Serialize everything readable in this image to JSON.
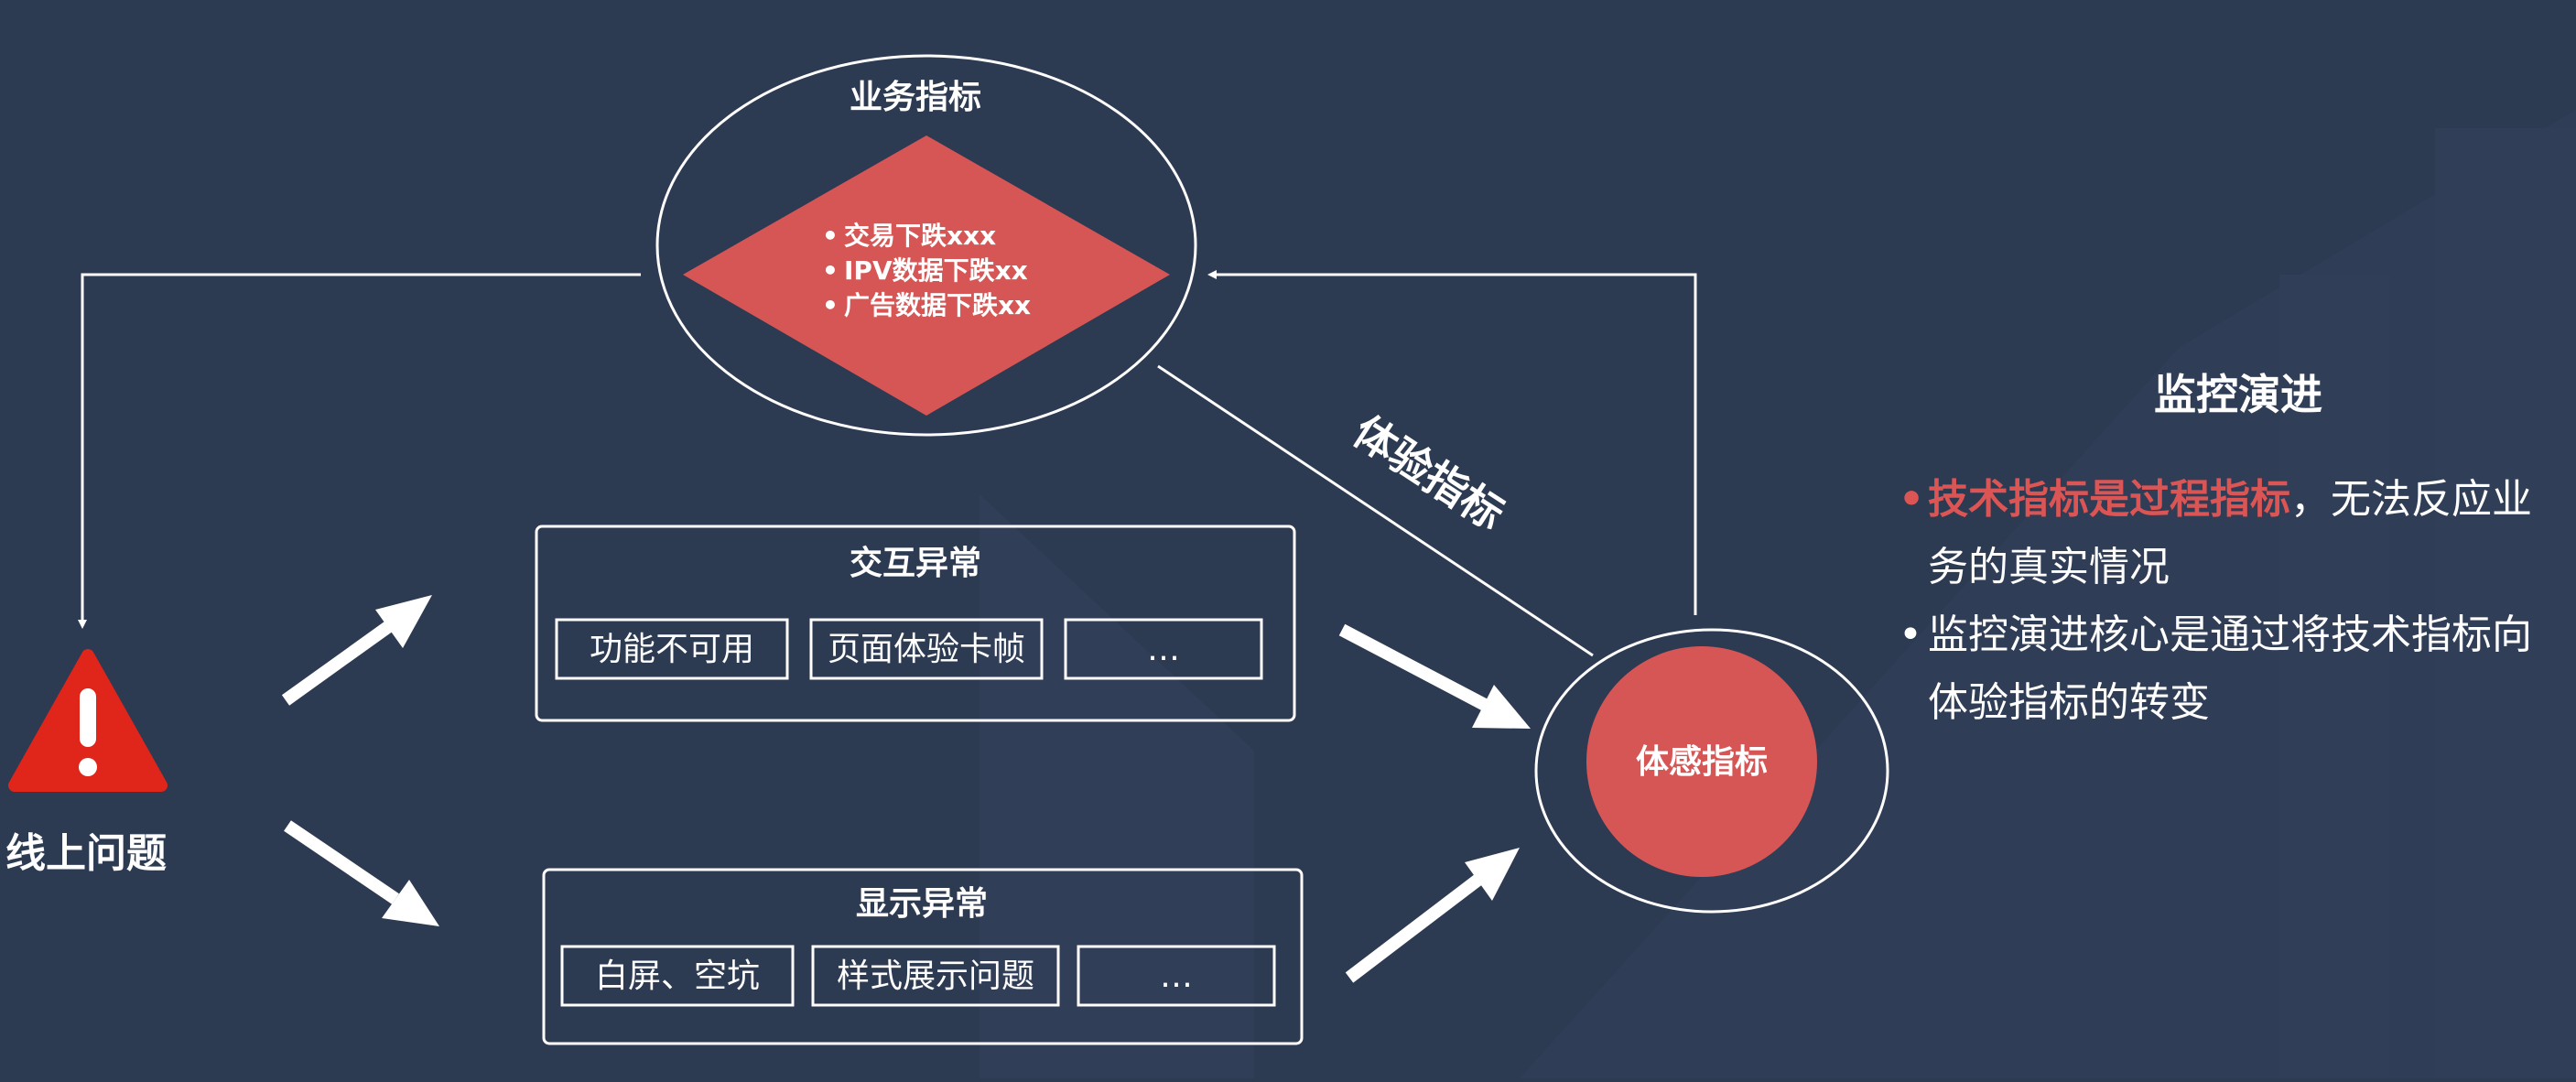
{
  "colors": {
    "background": "#2c3a52",
    "accent": "#d65656",
    "line": "#ffffff",
    "warning": "#e0261a"
  },
  "business_metric": {
    "title": "业务指标",
    "items": [
      "交易下跌xxx",
      "IPV数据下跌xx",
      "广告数据下跌xx"
    ]
  },
  "online_issue": {
    "icon": "warning-icon",
    "label": "线上问题"
  },
  "interaction_anomaly": {
    "title": "交互异常",
    "items": [
      "功能不可用",
      "页面体验卡帧",
      "…"
    ]
  },
  "display_anomaly": {
    "title": "显示异常",
    "items": [
      "白屏、空坑",
      "样式展示问题",
      "…"
    ]
  },
  "perception_metric": {
    "label": "体感指标"
  },
  "experience_metric_label": "体验指标",
  "side_panel": {
    "title": "监控演进",
    "points": [
      {
        "bullet": "•",
        "highlight": "技术指标是过程指标",
        "text": "，无法反应业务的真实情况"
      },
      {
        "bullet": "•",
        "highlight": "",
        "text": "监控演进核心是通过将技术指标向体验指标的转变"
      }
    ]
  }
}
